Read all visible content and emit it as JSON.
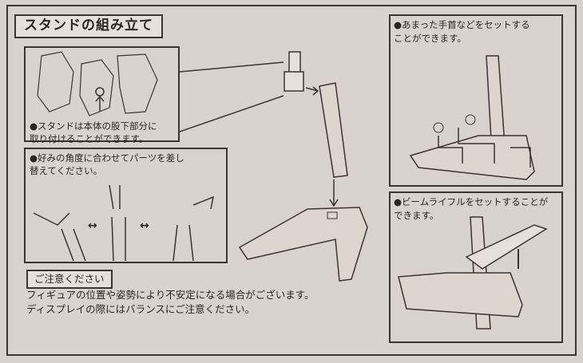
{
  "title": "スタンドの組み立て",
  "inset_text": [
    "●スタンドは本体の股下部分に",
    "取り付けることができます。"
  ],
  "angle_text": [
    "●好みの角度に合わせてパーツを差し",
    "替えてください。"
  ],
  "caution": {
    "title": "ご注意ください",
    "lines": [
      "フィギュアの位置や姿勢により不安定になる場合がございます。",
      "ディスプレイの際にはバランスにご注意ください。"
    ]
  },
  "right_top_text": [
    "●あまった手首などをセットする",
    "ことができます。"
  ],
  "right_bottom_text": [
    "●ビームライフルをセットすることが",
    "できます。"
  ],
  "arrows": [
    "↔",
    "↔"
  ]
}
